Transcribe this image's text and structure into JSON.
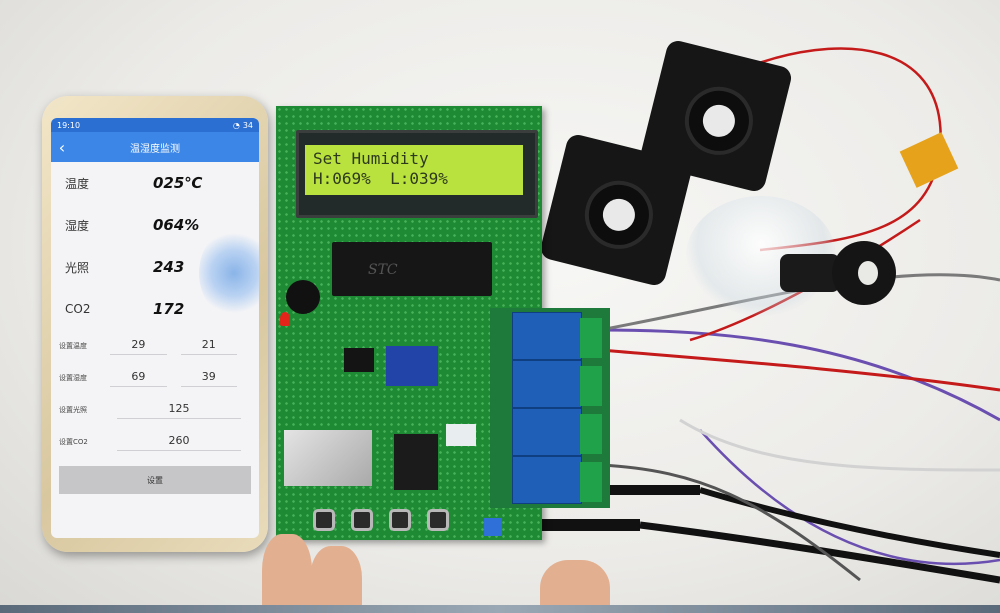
{
  "phone": {
    "status_time": "19:10",
    "status_battery": "34",
    "title": "温湿度监测",
    "readings": [
      {
        "label": "温度",
        "value": "025℃"
      },
      {
        "label": "湿度",
        "value": "064%"
      },
      {
        "label": "光照",
        "value": "243"
      },
      {
        "label": "CO2",
        "value": "172"
      }
    ],
    "settings": [
      {
        "label": "设置温度",
        "low": "29",
        "high": "21"
      },
      {
        "label": "设置湿度",
        "low": "69",
        "high": "39"
      },
      {
        "label": "设置光照",
        "value": "125"
      },
      {
        "label": "设置CO2",
        "value": "260"
      }
    ],
    "save_label": "设置"
  },
  "lcd": {
    "line1": "Set Humidity",
    "line2": "H:069%  L:039%"
  },
  "chip": {
    "brand": "STC"
  },
  "colors": {
    "app_header": "#3b86e6",
    "pcb": "#1f8a34",
    "lcd_backlight": "#b9e23e",
    "relay": "#1f5fb8"
  }
}
